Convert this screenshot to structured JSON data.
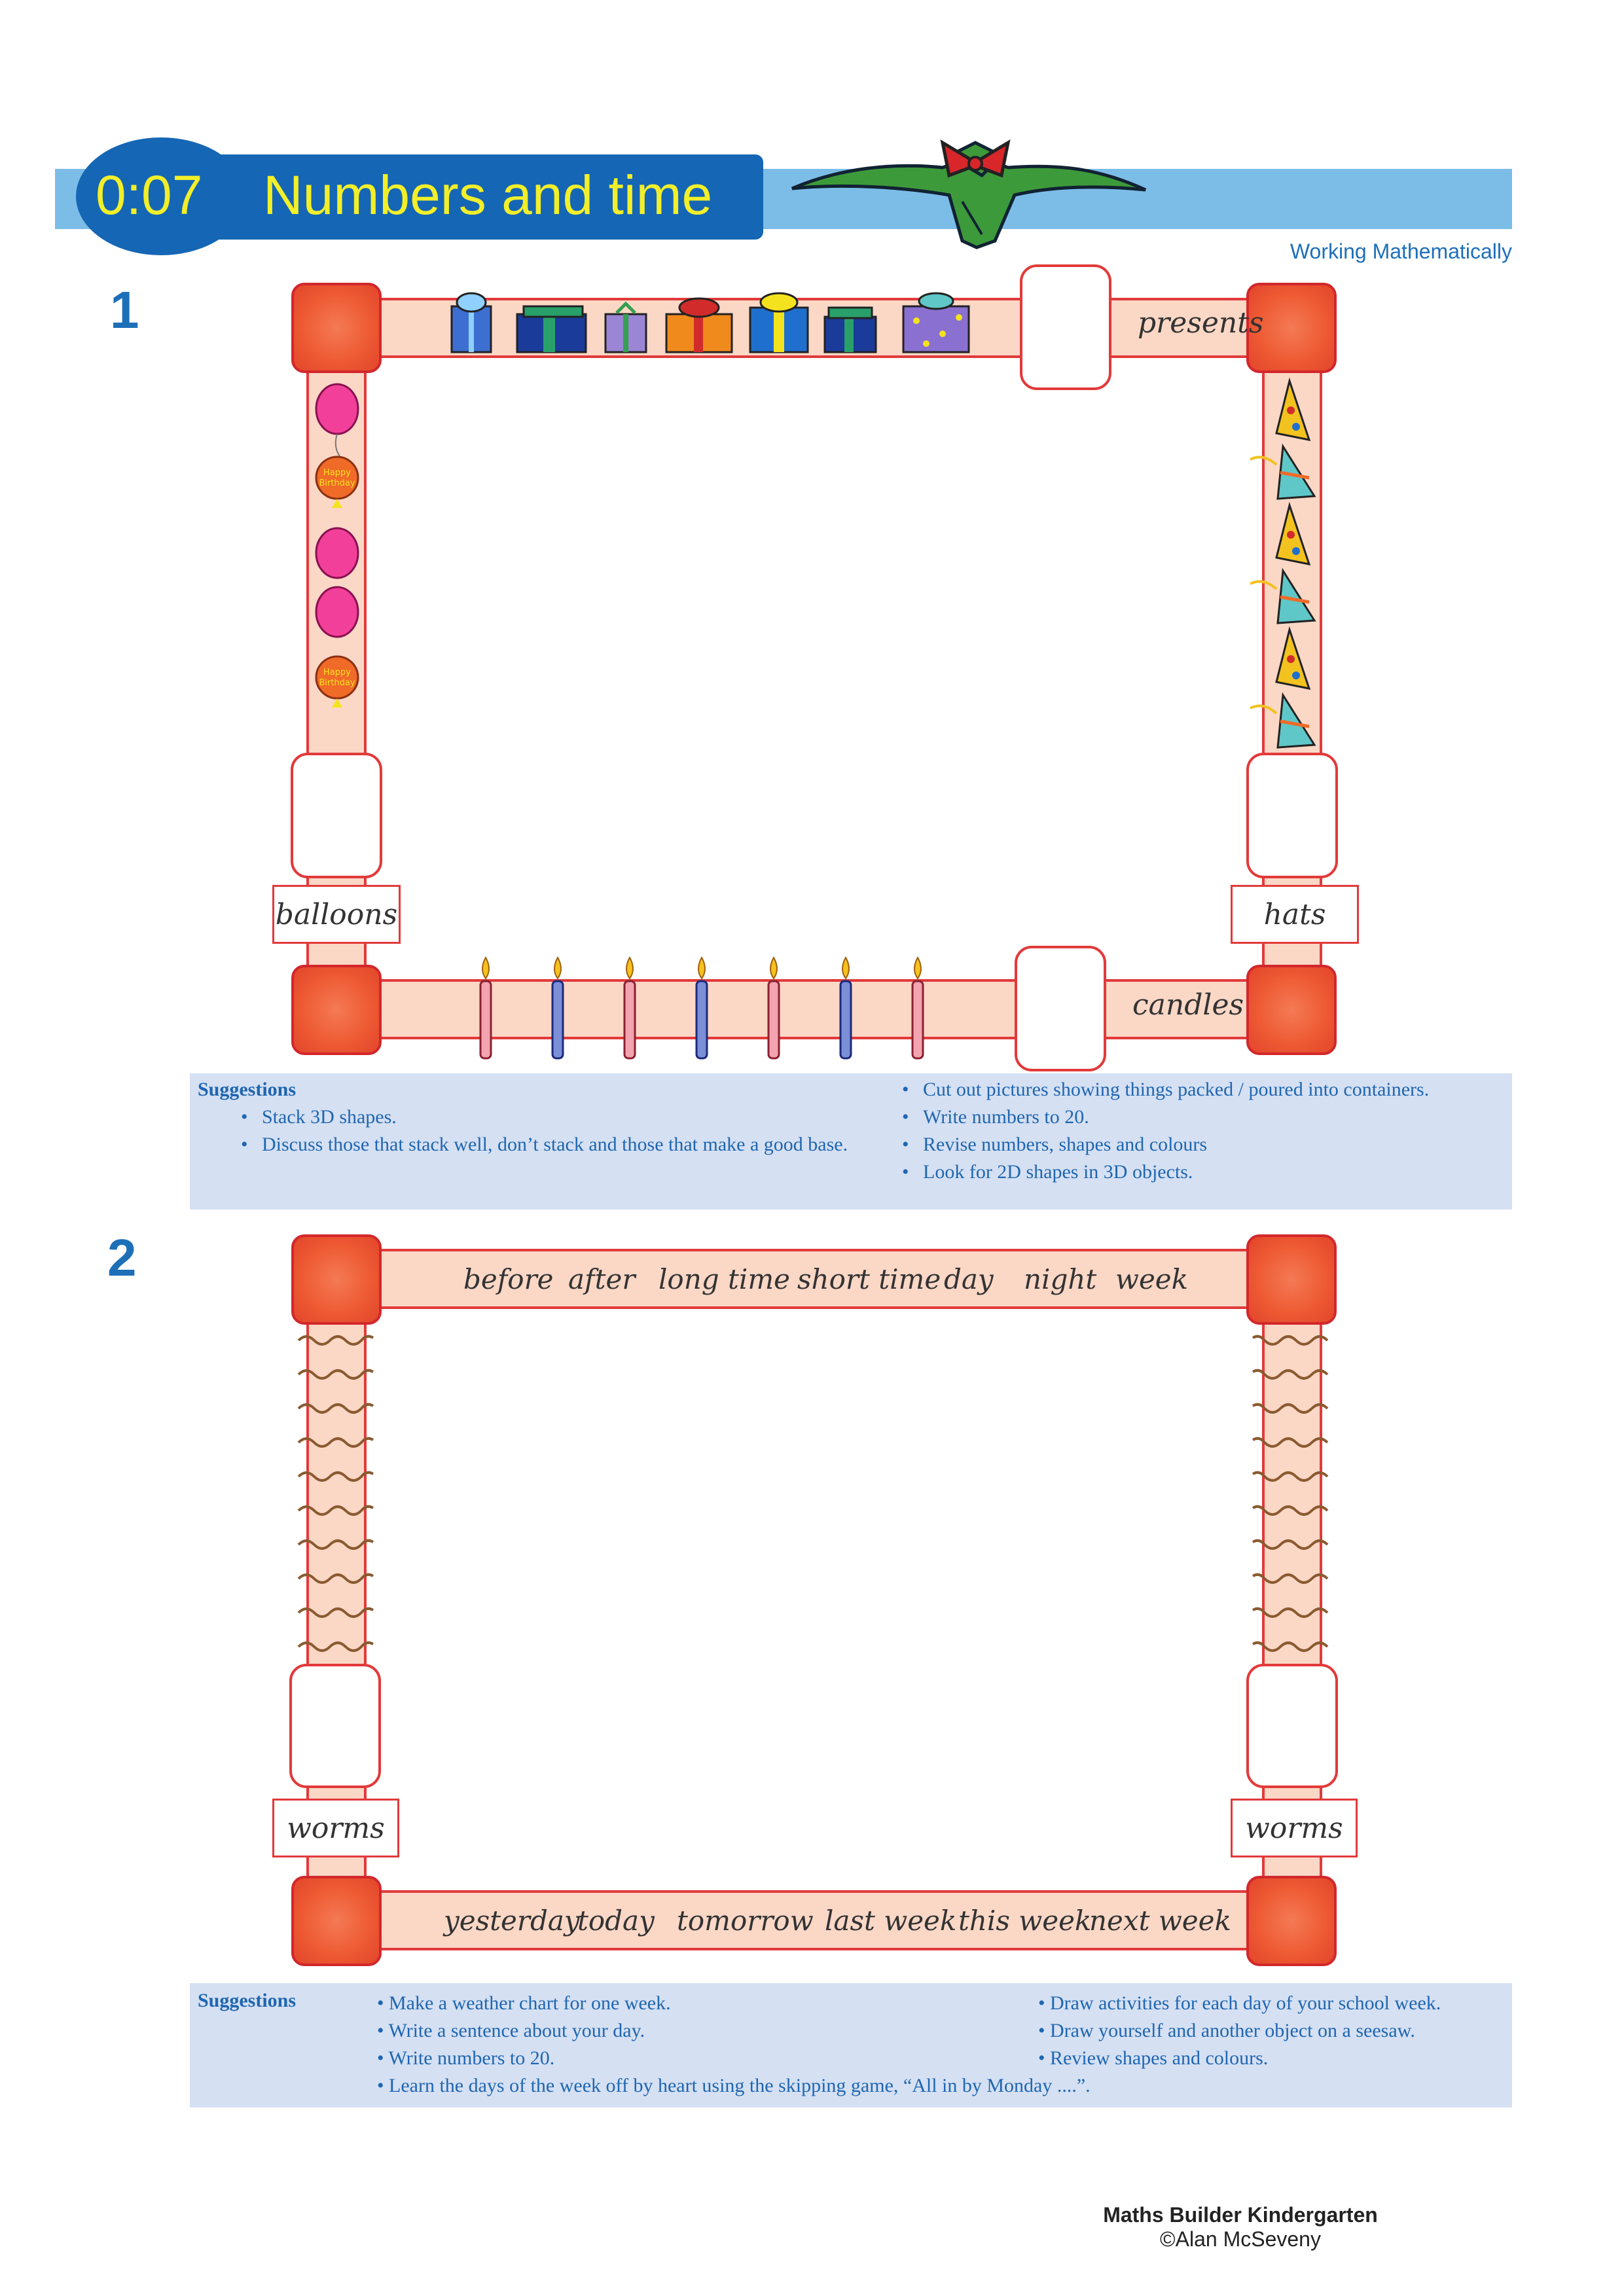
{
  "header": {
    "lesson_number": "0:07",
    "title": "Numbers and time",
    "strand": "Working Mathematically"
  },
  "exercise1": {
    "number": "1",
    "top_label": "presents",
    "left_label": "balloons",
    "right_label": "hats",
    "bottom_label": "candles",
    "balloon_text": [
      "Happy",
      "Birthday"
    ]
  },
  "suggestions1": {
    "title": "Suggestions",
    "left": [
      "Stack 3D shapes.",
      "Discuss those that stack well, don’t stack and those that make a good base."
    ],
    "right": [
      "Cut out pictures showing things packed / poured into containers.",
      "Write numbers to 20.",
      "Revise numbers, shapes and colours",
      "Look for 2D shapes in 3D objects."
    ]
  },
  "exercise2": {
    "number": "2",
    "top_words": [
      "before",
      "after",
      "long time",
      "short time",
      "day",
      "night",
      "week"
    ],
    "bottom_words": [
      "yesterday",
      "today",
      "tomorrow",
      "last week",
      "this week",
      "next week"
    ],
    "left_label": "worms",
    "right_label": "worms"
  },
  "suggestions2": {
    "title": "Suggestions",
    "col1": [
      "• Make a weather chart for one week.",
      "• Write a sentence about your day.",
      "• Write numbers to 20.",
      "• Learn the days of the week off by heart using the skipping game, “All in by Monday ....”."
    ],
    "col2": [
      "• Draw activities for each day of your school week.",
      "• Draw yourself and another object on a seesaw.",
      "• Review shapes and colours."
    ]
  },
  "footer": {
    "book": "Maths Builder Kindergarten",
    "author": "©Alan McSeveny"
  },
  "icons": {
    "present": "gift-icon",
    "balloon": "balloon-icon",
    "hat": "party-hat-icon",
    "candle": "candle-icon",
    "worm": "worm-icon",
    "mascot": "pterodactyl-icon"
  },
  "colors": {
    "header_band": "#7cbde8",
    "title_tab": "#1566b4",
    "title_text": "#f2ef2a",
    "number_blue": "#1d6fb8",
    "frame_fill": "#fbd7c6",
    "frame_border": "#e23a3a",
    "corner": "#ee5b34",
    "suggestion_bg": "#d5e0f3"
  }
}
